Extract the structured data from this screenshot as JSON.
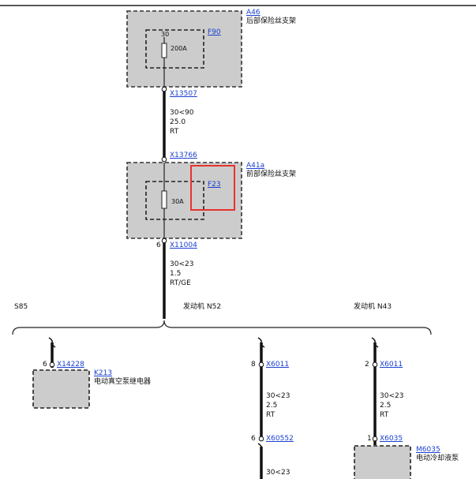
{
  "components": {
    "a46": {
      "id": "A46",
      "desc": "后部保险丝支架"
    },
    "f90": {
      "id": "F90",
      "pin": "30",
      "rating": "200A"
    },
    "a41a": {
      "id": "A41a",
      "desc": "前部保险丝支架"
    },
    "f23": {
      "id": "F23",
      "rating": "30A"
    },
    "k213": {
      "id": "K213",
      "desc": "电动真空泵继电器"
    },
    "m6035": {
      "id": "M6035",
      "desc": "电动冷却液泵"
    }
  },
  "connectors": {
    "x13507": "X13507",
    "x13766": "X13766",
    "x11004": {
      "pin": "6",
      "id": "X11004"
    },
    "x14228": {
      "pin": "6",
      "id": "X14228"
    },
    "x6011_a": {
      "pin": "8",
      "id": "X6011"
    },
    "x6011_b": {
      "pin": "2",
      "id": "X6011"
    },
    "x60552": {
      "pin": "6",
      "id": "X60552"
    },
    "x6035": {
      "pin": "1",
      "id": "X6035"
    }
  },
  "wires": {
    "w1": {
      "circuit": "30<90",
      "size": "25.0",
      "color": "RT"
    },
    "w2": {
      "circuit": "30<23",
      "size": "1.5",
      "color": "RT/GE"
    },
    "w3": {
      "circuit": "30<23",
      "size": "2.5",
      "color": "RT"
    },
    "w4": {
      "circuit": "30<23",
      "size": "2.5",
      "color": "RT"
    },
    "w5": {
      "circuit": "30<23"
    }
  },
  "variants": {
    "s85": "S85",
    "n52": "发动机 N52",
    "n43": "发动机 N43"
  }
}
